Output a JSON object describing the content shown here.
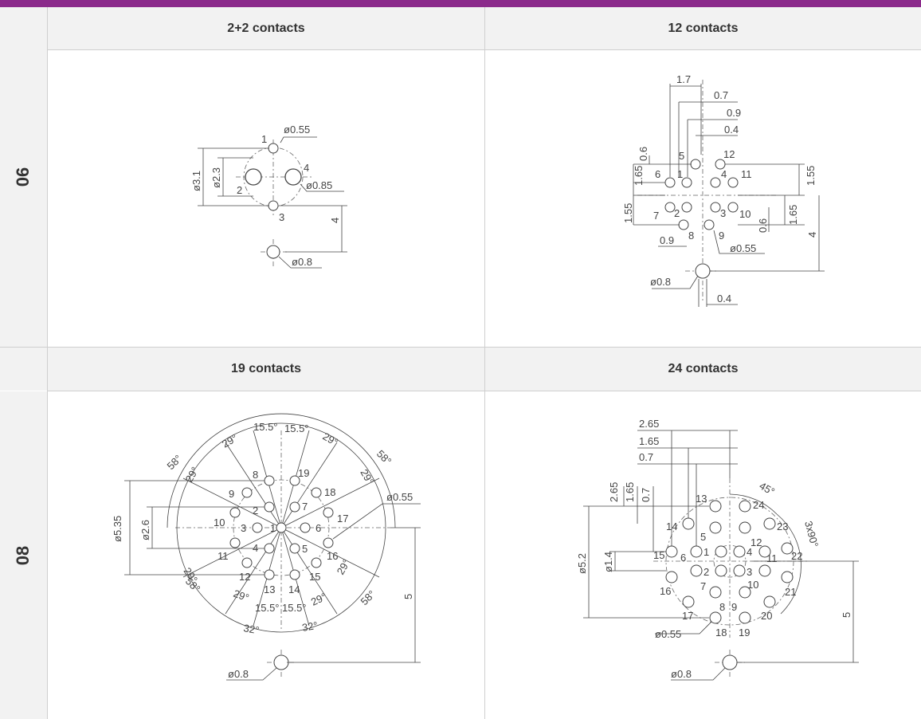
{
  "accent_color": "#8b2a8b",
  "rows": [
    {
      "label": "06"
    },
    {
      "label": "08"
    }
  ],
  "headers": {
    "top_left": "2+2 contacts",
    "top_right": "12 contacts",
    "bottom_left": "19 contacts",
    "bottom_right": "24 contacts"
  },
  "d22": {
    "pins": [
      "1",
      "2",
      "3",
      "4"
    ],
    "dims": {
      "d31": "ø3.1",
      "d23": "ø2.3",
      "d055": "ø0.55",
      "d085": "ø0.85",
      "d08": "ø0.8",
      "four": "4"
    }
  },
  "d12": {
    "pins": [
      "1",
      "2",
      "3",
      "4",
      "5",
      "6",
      "7",
      "8",
      "9",
      "10",
      "11",
      "12"
    ],
    "dims": {
      "a17": "1.7",
      "a07": "0.7",
      "a09": "0.9",
      "a04": "0.4",
      "l06": "0.6",
      "l165": "1.65",
      "l155": "1.55",
      "r155": "1.55",
      "r165": "1.65",
      "r06": "0.6",
      "b09": "0.9",
      "b055": "ø0.55",
      "b08": "ø0.8",
      "b04": "0.4",
      "four": "4"
    }
  },
  "d19": {
    "pins": [
      "1",
      "2",
      "3",
      "4",
      "5",
      "6",
      "7",
      "8",
      "9",
      "10",
      "11",
      "12",
      "13",
      "14",
      "15",
      "16",
      "17",
      "18",
      "19"
    ],
    "dims": {
      "d535": "ø5.35",
      "d26": "ø2.6",
      "d055": "ø0.55",
      "d08": "ø0.8",
      "five": "5"
    },
    "angles": {
      "a155": "15.5°",
      "a29": "29°",
      "a58": "58°",
      "a32": "32°"
    }
  },
  "d24": {
    "pins": [
      "1",
      "2",
      "3",
      "4",
      "5",
      "6",
      "7",
      "8",
      "9",
      "10",
      "11",
      "12",
      "13",
      "14",
      "15",
      "16",
      "17",
      "18",
      "19",
      "20",
      "21",
      "22",
      "23",
      "24"
    ],
    "dims": {
      "t265": "2.65",
      "t165": "1.65",
      "t07": "0.7",
      "d52": "ø5.2",
      "d14": "ø1.4",
      "d055": "ø0.55",
      "d08": "ø0.8",
      "five": "5"
    },
    "angles": {
      "a45": "45°",
      "a3x90": "3x90°"
    }
  }
}
